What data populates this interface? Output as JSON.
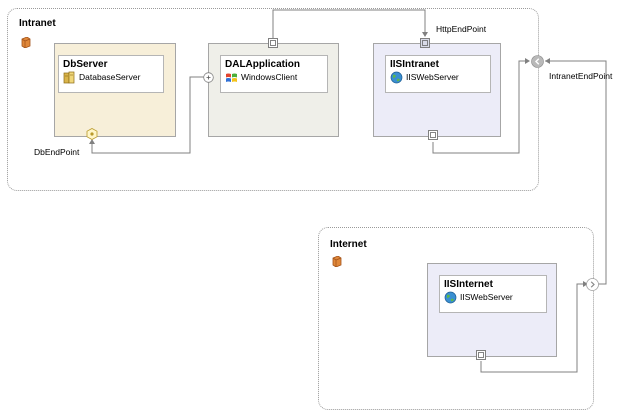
{
  "zones": {
    "intranet": {
      "title": "Intranet"
    },
    "internet": {
      "title": "Internet"
    }
  },
  "applications": [
    {
      "key": "dbserver",
      "name": "DbServer",
      "type": "DatabaseServer",
      "icon": "database-server-icon",
      "fill": "#f7efd9"
    },
    {
      "key": "dalapplication",
      "name": "DALApplication",
      "type": "WindowsClient",
      "icon": "windows-client-icon",
      "fill": "#efefe9"
    },
    {
      "key": "iisintranet",
      "name": "IISIntranet",
      "type": "IISWebServer",
      "icon": "iis-web-server-icon",
      "fill": "#ececf8"
    },
    {
      "key": "iisinternet",
      "name": "IISInternet",
      "type": "IISWebServer",
      "icon": "iis-web-server-icon",
      "fill": "#ececf8"
    }
  ],
  "endpoint_labels": {
    "db": "DbEndPoint",
    "http": "HttpEndPoint",
    "intranet": "IntranetEndPoint"
  }
}
